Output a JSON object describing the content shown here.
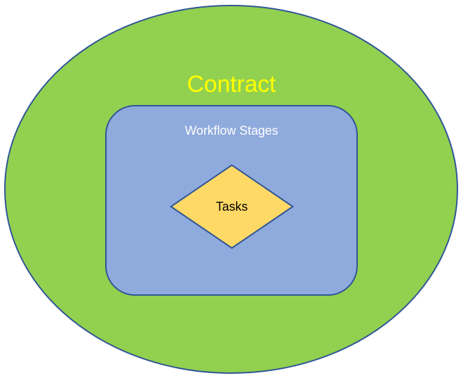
{
  "diagram": {
    "contract": {
      "label": "Contract",
      "fill": "#92D050",
      "stroke": "#2F5597",
      "text_color": "#FFFF00"
    },
    "workflow_stages": {
      "label": "Workflow Stages",
      "fill": "#8FAADC",
      "stroke": "#2F5597",
      "text_color": "#FFFFFF"
    },
    "tasks": {
      "label": "Tasks",
      "fill": "#FFD966",
      "stroke": "#2F5597",
      "text_color": "#000000"
    }
  }
}
